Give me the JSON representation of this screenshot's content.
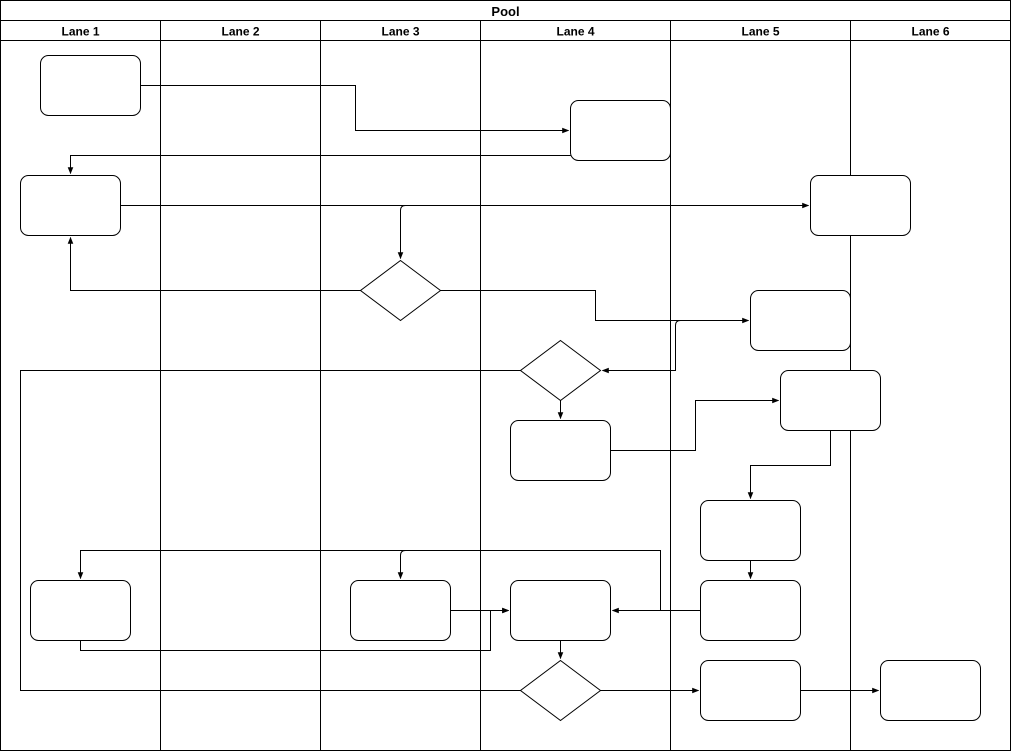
{
  "pool": {
    "title": "Pool"
  },
  "lanes": [
    {
      "label": "Lane 1"
    },
    {
      "label": "Lane 2"
    },
    {
      "label": "Lane 3"
    },
    {
      "label": "Lane 4"
    },
    {
      "label": "Lane 5"
    },
    {
      "label": "Lane 6"
    }
  ],
  "colors": {
    "stroke": "#000000",
    "background": "#ffffff"
  }
}
